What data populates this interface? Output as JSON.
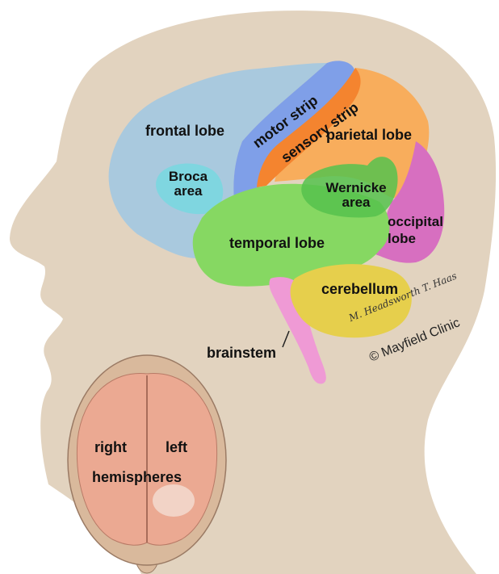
{
  "labels": {
    "frontal_lobe": "frontal lobe",
    "motor_strip": "motor strip",
    "sensory_strip": "sensory strip",
    "parietal_lobe": "parietal lobe",
    "broca_line1": "Broca",
    "broca_line2": "area",
    "wernicke_line1": "Wernicke",
    "wernicke_line2": "area",
    "occipital_line1": "occipital",
    "occipital_line2": "lobe",
    "temporal_lobe": "temporal lobe",
    "cerebellum": "cerebellum",
    "brainstem": "brainstem",
    "right": "right",
    "left": "left",
    "hemispheres": "hemispheres"
  },
  "credit": {
    "signature": "M. Headsworth  T. Haas",
    "copyright": "© Mayfield Clinic"
  },
  "colors": {
    "head_silhouette": "#e2d3bf",
    "frontal_lobe": "#a9c9de",
    "broca_area": "#7fd6e0",
    "motor_strip": "#7f9fe8",
    "sensory_strip": "#f4842f",
    "parietal_lobe": "#f8ad5c",
    "wernicke_area": "#56c24e",
    "temporal_lobe": "#86d862",
    "occipital_lobe": "#d76fc0",
    "cerebellum": "#e6cf4c",
    "brainstem": "#ef9ad5",
    "hemispheres": "#eba992"
  }
}
